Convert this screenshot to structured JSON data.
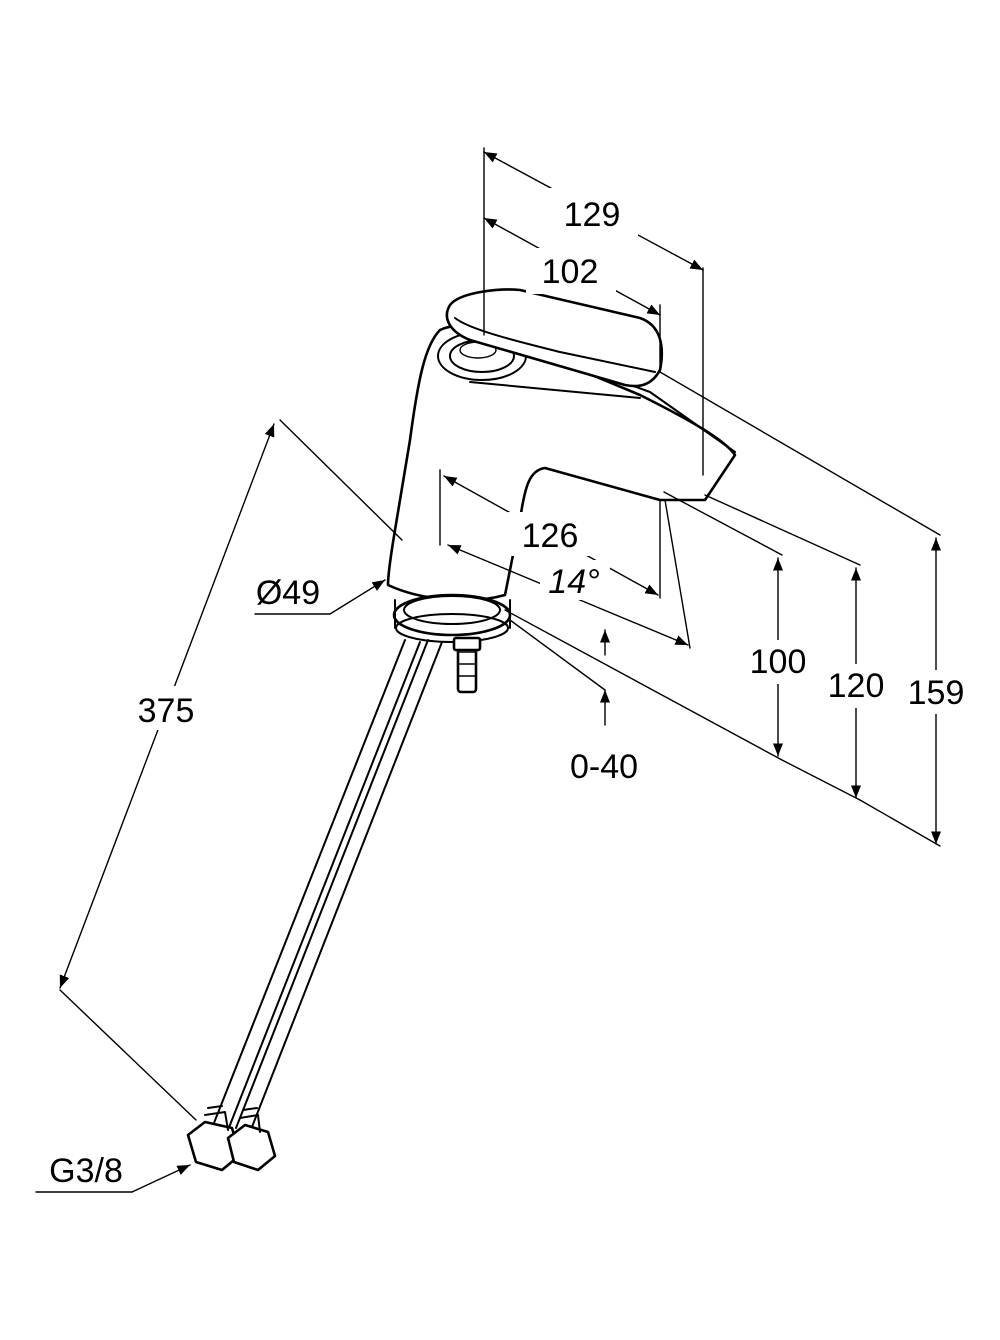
{
  "dimensions": {
    "width_overall": "129",
    "width_lever": "102",
    "spout_reach": "126",
    "spout_angle": "14°",
    "diameter_base": "Ø49",
    "hose_length": "375",
    "countertop_thickness": "0-40",
    "spout_height": "100",
    "body_height": "120",
    "total_height": "159",
    "connection_thread": "G3/8"
  },
  "colors": {
    "line": "#000000",
    "background": "#ffffff"
  }
}
